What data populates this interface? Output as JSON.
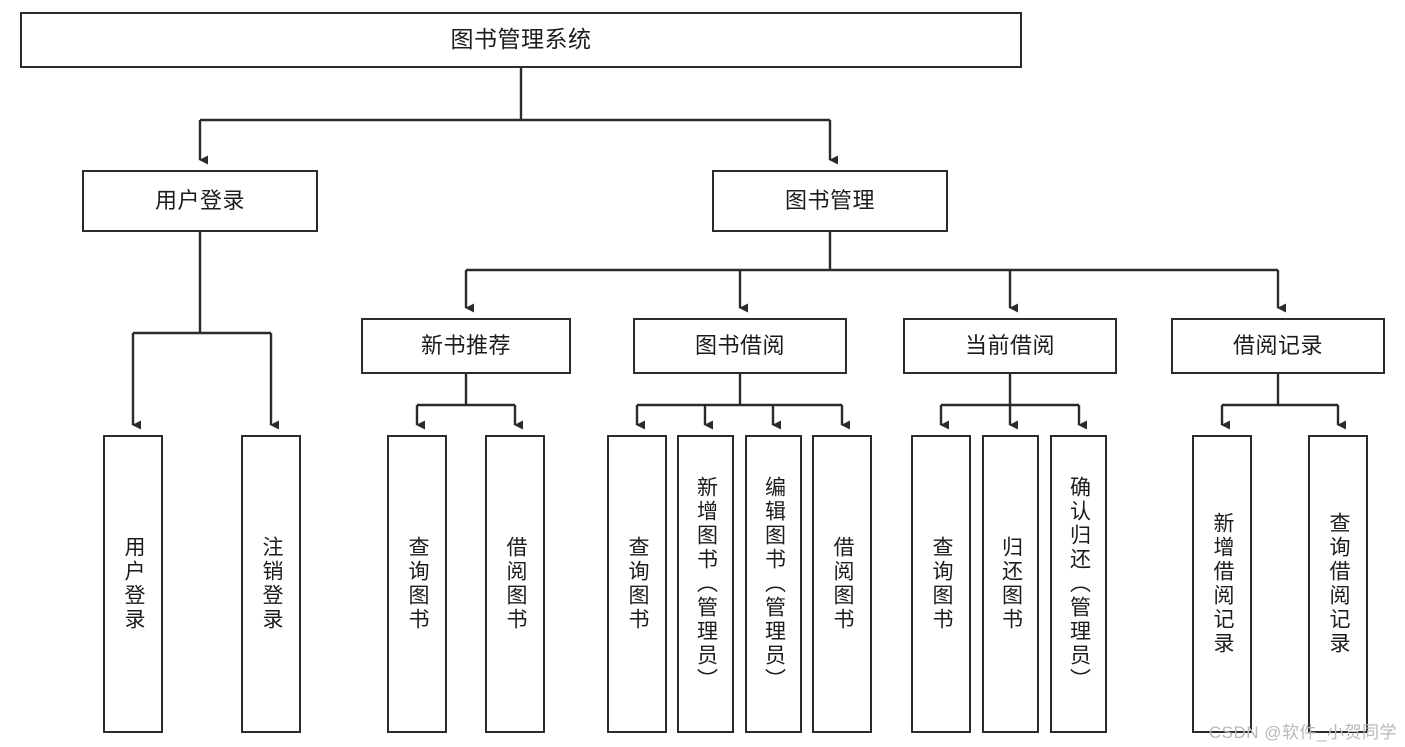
{
  "diagram": {
    "type": "tree-hierarchy",
    "title": "图书管理系统",
    "root": {
      "id": "root",
      "label": "图书管理系统"
    },
    "level2": [
      {
        "id": "user-login",
        "label": "用户登录"
      },
      {
        "id": "book-manage",
        "label": "图书管理"
      }
    ],
    "level3": [
      {
        "id": "new-book-recommend",
        "label": "新书推荐",
        "parent": "book-manage"
      },
      {
        "id": "book-borrow",
        "label": "图书借阅",
        "parent": "book-manage"
      },
      {
        "id": "current-borrow",
        "label": "当前借阅",
        "parent": "book-manage"
      },
      {
        "id": "borrow-record",
        "label": "借阅记录",
        "parent": "book-manage"
      }
    ],
    "leaves": [
      {
        "id": "leaf-user-login",
        "label": "用户登录",
        "parent": "user-login"
      },
      {
        "id": "leaf-logout-login",
        "label": "注销登录",
        "parent": "user-login"
      },
      {
        "id": "leaf-query-book-1",
        "label": "查询图书",
        "parent": "new-book-recommend"
      },
      {
        "id": "leaf-borrow-book-1",
        "label": "借阅图书",
        "parent": "new-book-recommend"
      },
      {
        "id": "leaf-query-book-2",
        "label": "查询图书",
        "parent": "book-borrow"
      },
      {
        "id": "leaf-add-book",
        "label": "新增图书（管理员）",
        "parent": "book-borrow"
      },
      {
        "id": "leaf-edit-book",
        "label": "编辑图书（管理员）",
        "parent": "book-borrow"
      },
      {
        "id": "leaf-borrow-book-2",
        "label": "借阅图书",
        "parent": "book-borrow"
      },
      {
        "id": "leaf-query-book-3",
        "label": "查询图书",
        "parent": "current-borrow"
      },
      {
        "id": "leaf-return-book",
        "label": "归还图书",
        "parent": "current-borrow"
      },
      {
        "id": "leaf-confirm-return",
        "label": "确认归还（管理员）",
        "parent": "current-borrow"
      },
      {
        "id": "leaf-add-record",
        "label": "新增借阅记录",
        "parent": "borrow-record"
      },
      {
        "id": "leaf-query-record",
        "label": "查询借阅记录",
        "parent": "borrow-record"
      }
    ]
  },
  "watermark": {
    "text": "CSDN @软件_小贺同学"
  },
  "colors": {
    "border": "#2b2b2b",
    "background": "#ffffff",
    "text": "#1c1c1c",
    "connector": "#333333",
    "watermark": "#b9b9b9"
  }
}
